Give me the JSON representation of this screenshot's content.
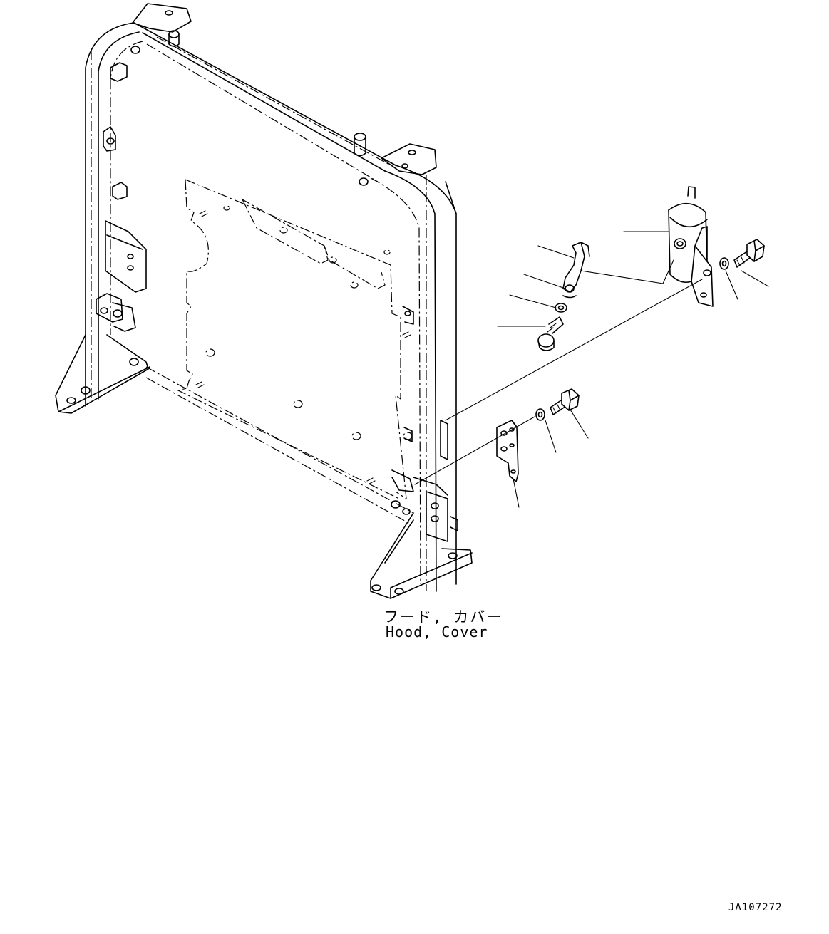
{
  "caption": {
    "japanese": "フード, カバー",
    "english": "Hood, Cover"
  },
  "drawing_id": "JA107272",
  "colors": {
    "line": "#000000",
    "background": "#ffffff"
  }
}
